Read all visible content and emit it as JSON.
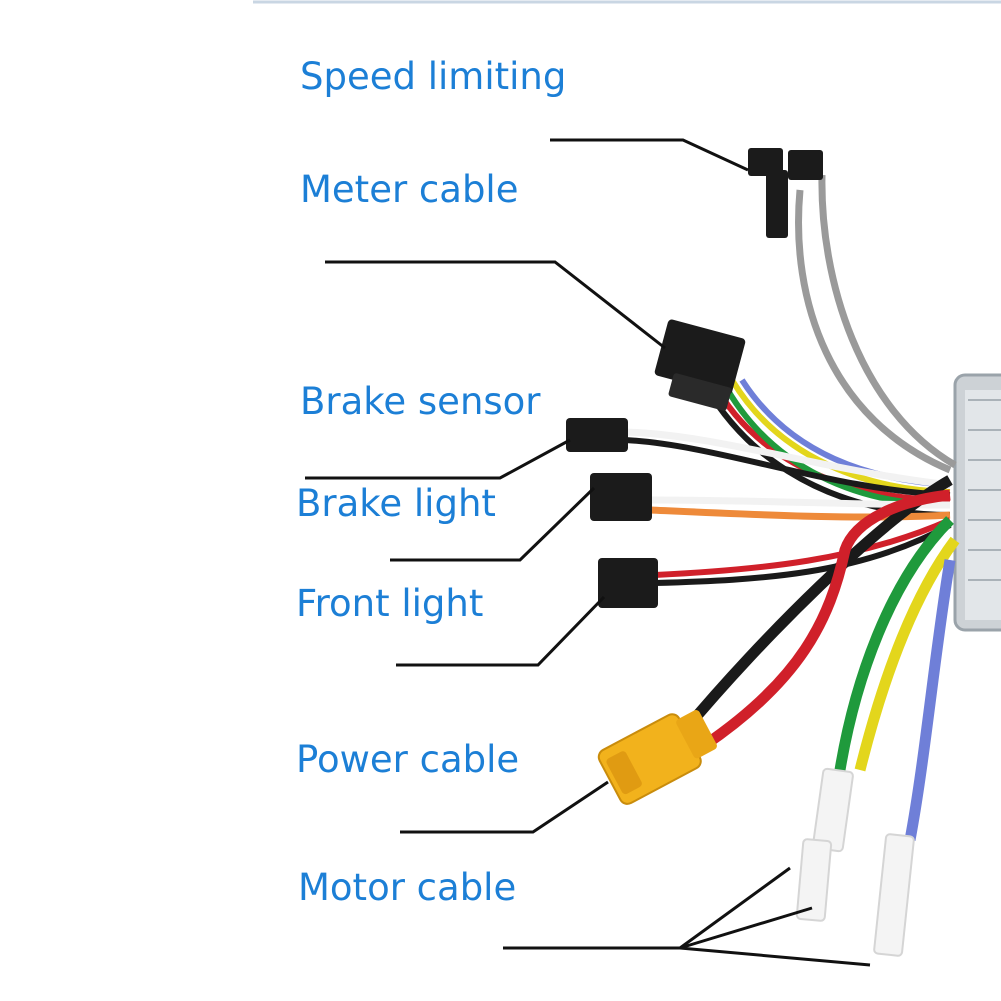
{
  "labels": {
    "speed_limiting": "Speed limiting",
    "meter_cable": "Meter cable",
    "brake_sensor": "Brake sensor",
    "brake_light": "Brake light",
    "front_light": "Front light",
    "power_cable": "Power cable",
    "motor_cable": "Motor cable"
  },
  "colors": {
    "label_text": "#1c7fd6",
    "leader_line": "#111111",
    "wire_grey": "#9a9a9a",
    "wire_black": "#1a1a1a",
    "wire_red": "#d0202a",
    "wire_green": "#1f9a3c",
    "wire_yellow": "#e3d61c",
    "wire_blue": "#6f7fd8",
    "wire_orange": "#ee8a3a",
    "wire_white": "#f2f2f2",
    "connector_black": "#1b1b1b",
    "xt60_yellow": "#f2b21c",
    "controller_body": "#cdd2d6"
  }
}
